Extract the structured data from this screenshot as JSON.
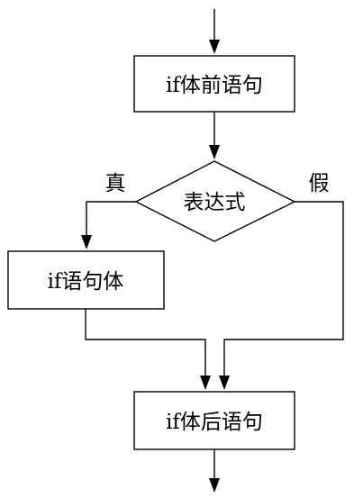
{
  "flowchart": {
    "nodes": {
      "before": {
        "label": "if体前语句"
      },
      "condition": {
        "label": "表达式"
      },
      "body": {
        "label": "if语句体"
      },
      "after": {
        "label": "if体后语句"
      }
    },
    "edges": {
      "true_label": "真",
      "false_label": "假"
    }
  }
}
